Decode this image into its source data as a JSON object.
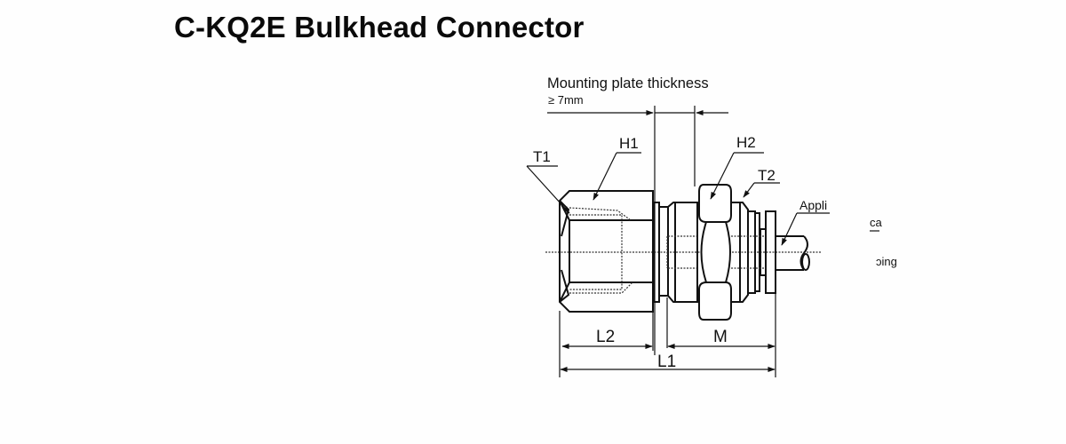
{
  "title": "C-KQ2E Bulkhead Connector",
  "drawing": {
    "mounting_plate_label": "Mounting plate thickness",
    "mounting_plate_value": "≥ 7mm",
    "callouts": {
      "t1": "T1",
      "h1": "H1",
      "h2": "H2",
      "t2": "T2",
      "applicable_tubing": "Appli"
    },
    "dimensions": {
      "l2": "L2",
      "m": "M",
      "l1": "L1"
    },
    "clipped_text": {
      "fragment_1": "ca",
      "fragment_2": "ɔing"
    }
  },
  "colors": {
    "line": "#111111",
    "background": "#fefefe"
  }
}
